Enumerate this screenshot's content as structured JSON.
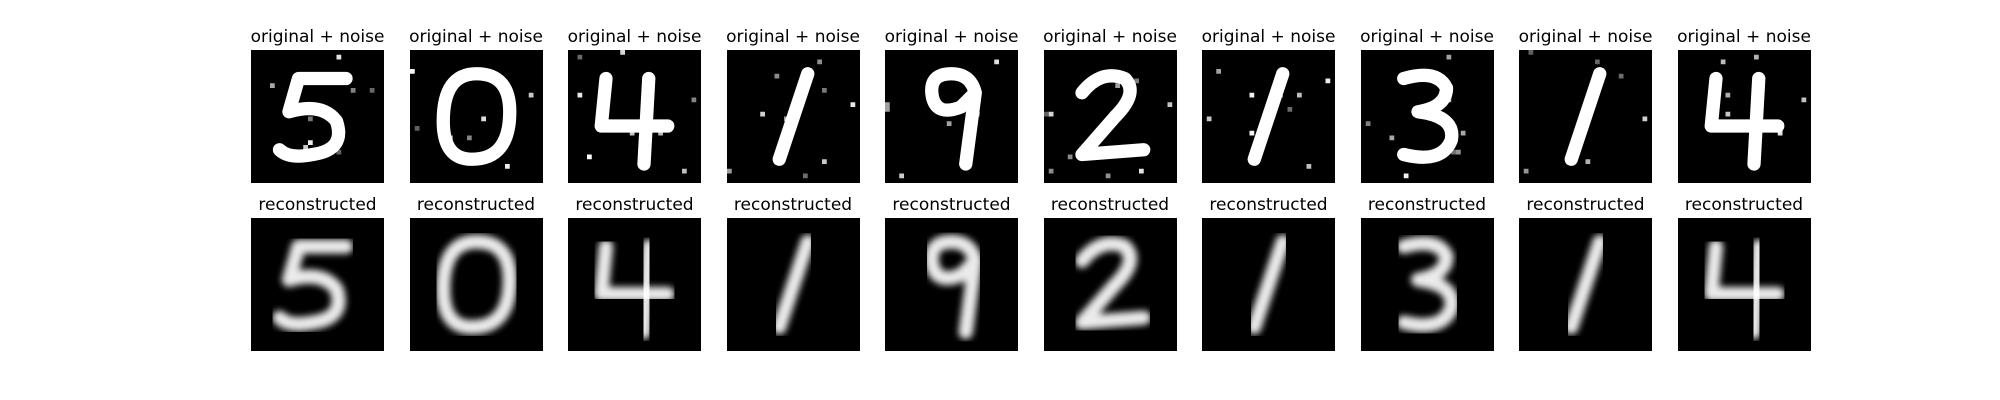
{
  "figure": {
    "rows": [
      {
        "label": "original + noise",
        "kind": "noisy",
        "digits": [
          "5",
          "0",
          "4",
          "1",
          "9",
          "2",
          "1",
          "3",
          "1",
          "4"
        ]
      },
      {
        "label": "reconstructed",
        "kind": "clean",
        "digits": [
          "5",
          "0",
          "4",
          "1",
          "9",
          "2",
          "1",
          "3",
          "1",
          "4"
        ]
      }
    ]
  },
  "colors": {
    "background": "#000000",
    "stroke": "#ffffff",
    "noise": "#ffffff"
  }
}
